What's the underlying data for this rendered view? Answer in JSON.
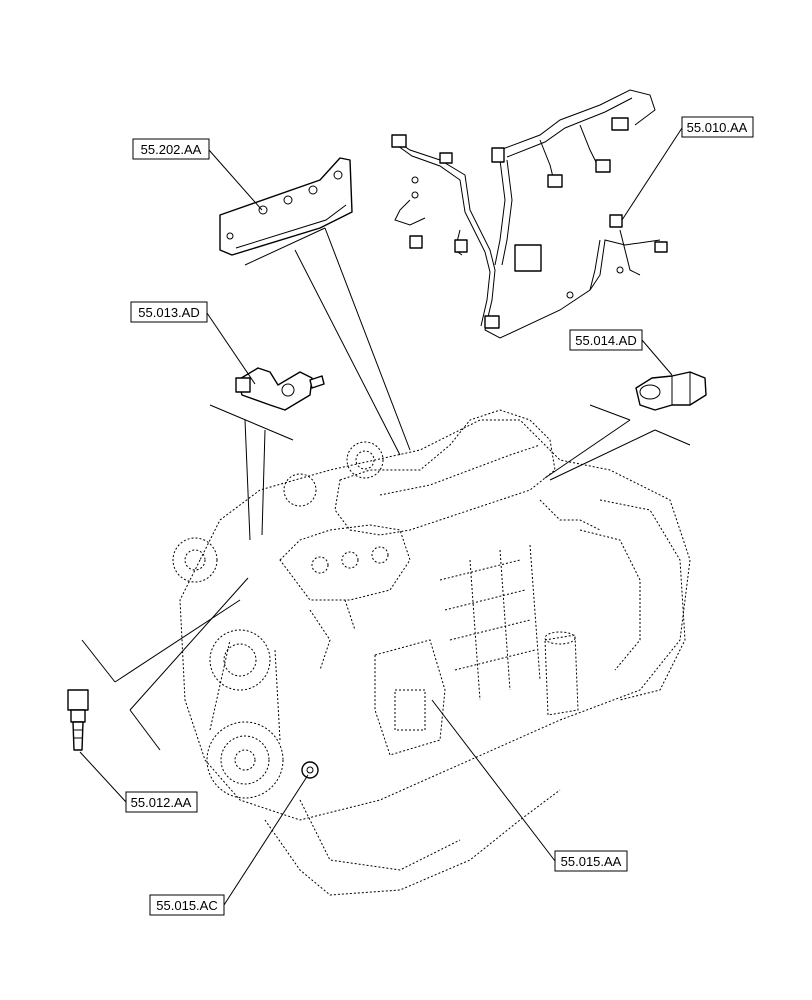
{
  "callouts": [
    {
      "id": "c1",
      "label": "55.202.AA"
    },
    {
      "id": "c2",
      "label": "55.010.AA"
    },
    {
      "id": "c3",
      "label": "55.013.AD"
    },
    {
      "id": "c4",
      "label": "55.014.AD"
    },
    {
      "id": "c5",
      "label": "55.012.AA"
    },
    {
      "id": "c6",
      "label": "55.015.AA"
    },
    {
      "id": "c7",
      "label": "55.015.AC"
    }
  ]
}
